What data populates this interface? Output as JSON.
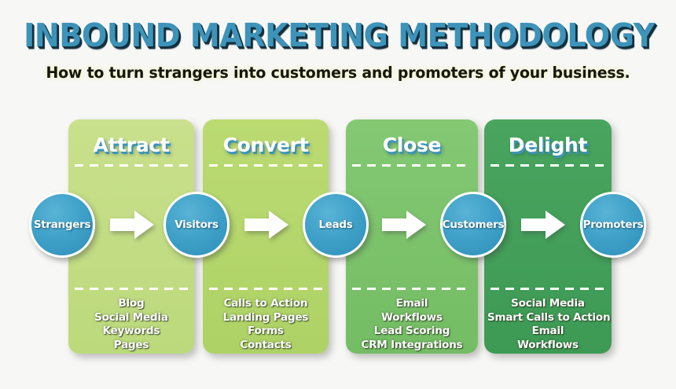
{
  "header": {
    "title": "INBOUND MARKETING METHODOLOGY",
    "subtitle": "How to turn strangers into customers and promoters of your business.",
    "title_color": "#3d93b9",
    "title_shadow_color": "#13303e",
    "subtitle_color": "#16170f"
  },
  "theme": {
    "background": "#f7f7f5",
    "circle_color": "#3fa0c8",
    "arrow_color": "#ffffff",
    "divider_color": "#ffffff"
  },
  "stages": [
    {
      "label": "Attract",
      "color_top": "#c9e08c",
      "color_bottom": "#bcd97c",
      "tactics": [
        "Blog",
        "Social Media",
        "Keywords",
        "Pages"
      ]
    },
    {
      "label": "Convert",
      "color_top": "#bbdb72",
      "color_bottom": "#aed266",
      "tactics": [
        "Calls to Action",
        "Landing Pages",
        "Forms",
        "Contacts"
      ]
    },
    {
      "label": "Close",
      "color_top": "#84c873",
      "color_bottom": "#74bd64",
      "tactics": [
        "Email",
        "Workflows",
        "Lead Scoring",
        "CRM Integrations"
      ]
    },
    {
      "label": "Delight",
      "color_top": "#49a45e",
      "color_bottom": "#3d9a54",
      "tactics": [
        "Social Media",
        "Smart Calls to Action",
        "Email",
        "Workflows"
      ]
    }
  ],
  "nodes": [
    {
      "label": "Strangers"
    },
    {
      "label": "Visitors"
    },
    {
      "label": "Leads"
    },
    {
      "label": "Customers"
    },
    {
      "label": "Promoters"
    }
  ],
  "arrows": [
    {
      "name": "arrow-strangers-to-visitors"
    },
    {
      "name": "arrow-visitors-to-leads"
    },
    {
      "name": "arrow-leads-to-customers"
    },
    {
      "name": "arrow-customers-to-promoters"
    }
  ]
}
